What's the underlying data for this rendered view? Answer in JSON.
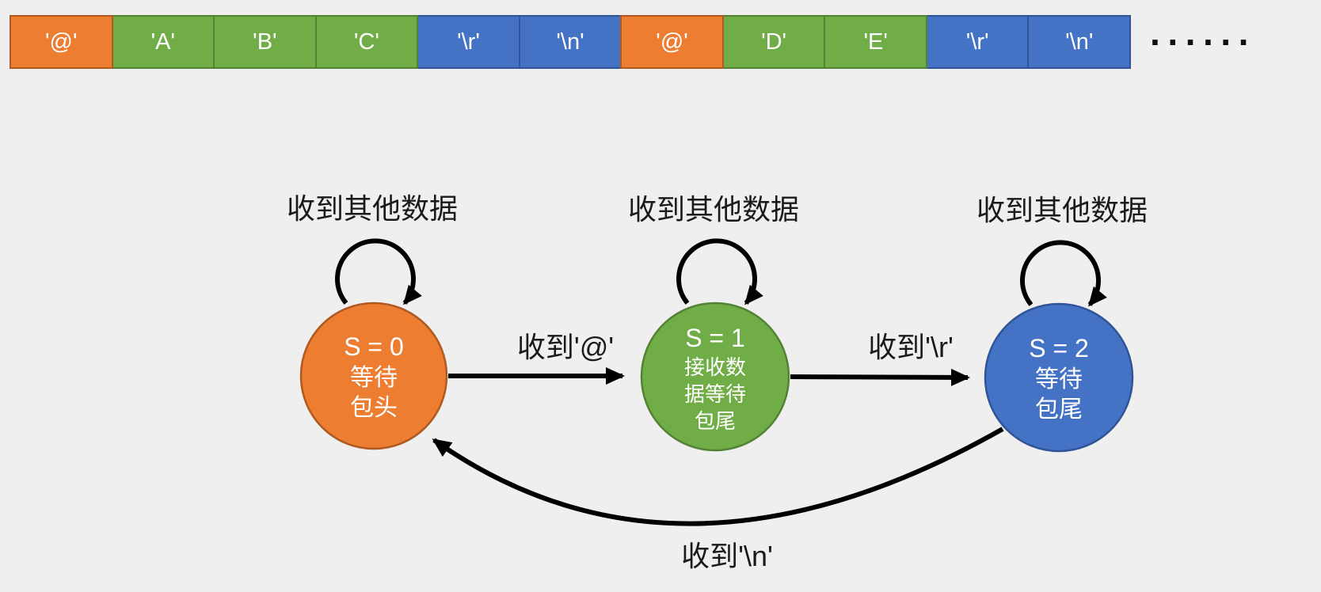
{
  "colors": {
    "background": "#F0EFEF",
    "header_fill": "#ED7D31",
    "header_border": "#AE5A21",
    "data_fill": "#70AD47",
    "data_border": "#548235",
    "tail_fill": "#4472C4",
    "tail_border": "#2F5597",
    "arrow_stroke": "#000000",
    "label_text": "#1A1A1A",
    "cell_text": "#FFFFFF"
  },
  "stream": {
    "cells": [
      {
        "label": "'@'",
        "type": "header"
      },
      {
        "label": "'A'",
        "type": "data"
      },
      {
        "label": "'B'",
        "type": "data"
      },
      {
        "label": "'C'",
        "type": "data"
      },
      {
        "label": "'\\r'",
        "type": "tail"
      },
      {
        "label": "'\\n'",
        "type": "tail"
      },
      {
        "label": "'@'",
        "type": "header"
      },
      {
        "label": "'D'",
        "type": "data"
      },
      {
        "label": "'E'",
        "type": "data"
      },
      {
        "label": "'\\r'",
        "type": "tail"
      },
      {
        "label": "'\\n'",
        "type": "tail"
      }
    ],
    "ellipsis": "······"
  },
  "machine": {
    "self_loop_labels": [
      "收到其他数据",
      "收到其他数据",
      "收到其他数据"
    ],
    "states": [
      {
        "name": "S0",
        "color": "#ED7D31",
        "lines": [
          "S = 0",
          "等待",
          "包头"
        ]
      },
      {
        "name": "S1",
        "color": "#70AD47",
        "lines": [
          "S = 1",
          "接收数",
          "据等待",
          "包尾"
        ]
      },
      {
        "name": "S2",
        "color": "#4472C4",
        "lines": [
          "S = 2",
          "等待",
          "包尾"
        ]
      }
    ],
    "transitions": [
      {
        "from": "S0",
        "to": "S1",
        "label": "收到'@'"
      },
      {
        "from": "S1",
        "to": "S2",
        "label": "收到'\\r'"
      },
      {
        "from": "S2",
        "to": "S0",
        "label": "收到'\\n'"
      }
    ]
  }
}
